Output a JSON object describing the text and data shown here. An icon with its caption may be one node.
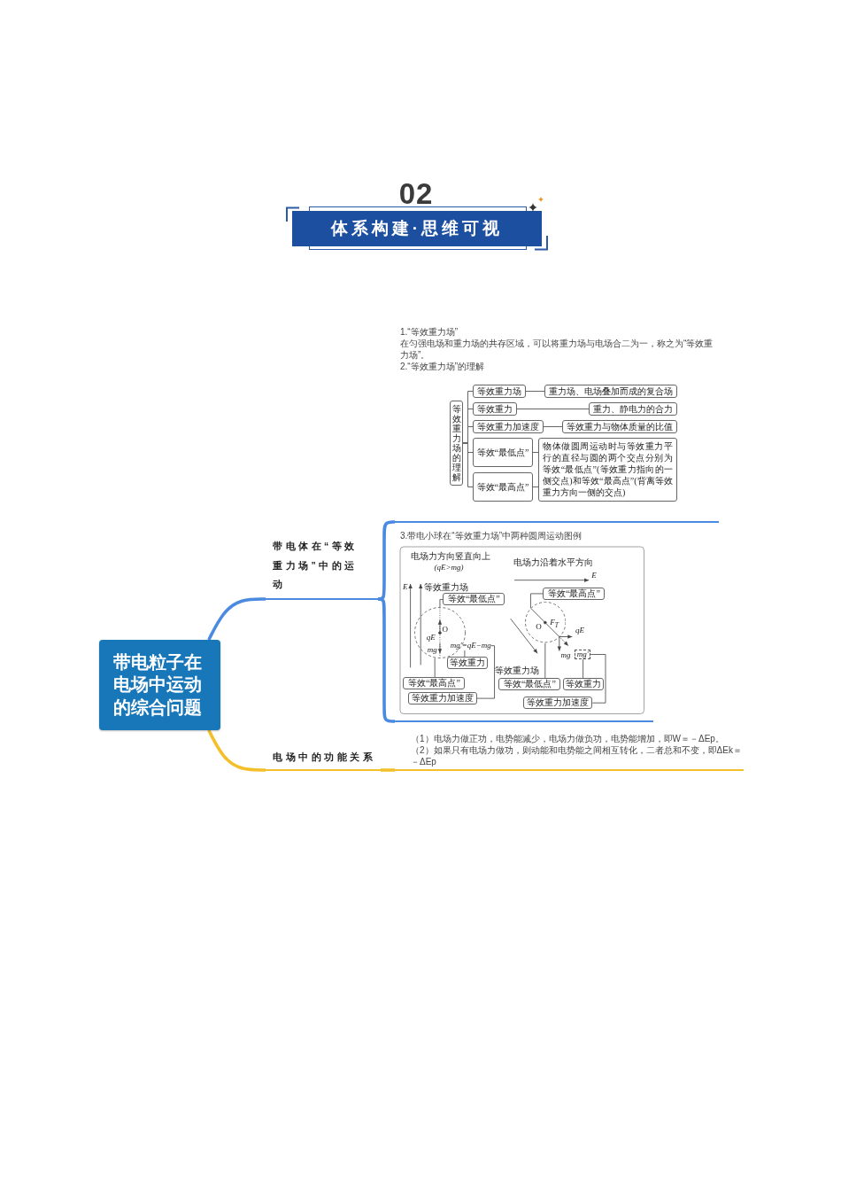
{
  "diagram": {
    "title": "体系构建·思维可视",
    "nodes": [
      {
        "text": [
          "带电粒子在电场中运动的综合问题"
        ]
      },
      {
        "text": [
          "带电体在“等效重力场”中的运动"
        ]
      },
      {
        "text": [
          "1.“等效重力场”",
          "在匀强电场和重力场的共存区域，可以将重力场与电场合二为一，称之为“等效重力场”。",
          "2.“等效重力场”的理解"
        ]
      },
      {
        "text": [
          "等效重力场的理解"
        ],
        "in": 2
      },
      {
        "text": [
          "等效重力场"
        ],
        "in": 2
      },
      {
        "text": [
          "重力场、电场叠加而成的复合场"
        ],
        "in": 2
      },
      {
        "text": [
          "等效重力"
        ],
        "in": 2
      },
      {
        "text": [
          "重力、静电力的合力"
        ],
        "in": 2
      },
      {
        "text": [
          "等效重力加速度"
        ],
        "in": 2
      },
      {
        "text": [
          "等效重力与物体质量的比值"
        ],
        "in": 2
      },
      {
        "text": [
          "等效“最低点”"
        ],
        "in": 2
      },
      {
        "text": [
          "等效“最高点”"
        ],
        "in": 2
      },
      {
        "text": [
          "物体做圆周运动时与等效重力平行的直径与圆的两个交点分别为等效“最低点”(等效重力指向的一侧交点)和等效“最高点”(背离等效重力方向一侧的交点)"
        ],
        "in": 2
      },
      {
        "text": [
          "3.带电小球在“等效重力场”中两种圆周运动图例"
        ]
      },
      {
        "text": [
          "等效“最低点”"
        ],
        "in": 13
      },
      {
        "text": [
          "等效重力"
        ],
        "in": 13
      },
      {
        "text": [
          "等效“最高点”"
        ],
        "in": 13
      },
      {
        "text": [
          "等效重力加速度"
        ],
        "in": 13
      },
      {
        "text": [
          "等效“最高点”"
        ],
        "in": 13
      },
      {
        "text": [
          "等效“最低点”"
        ],
        "in": 13
      },
      {
        "text": [
          "等效重力"
        ],
        "in": 13
      },
      {
        "text": [
          "等效重力加速度"
        ],
        "in": 13
      },
      {
        "text": [
          "mg′=qE−mg"
        ],
        "in": 13
      },
      {
        "text": [
          "mg′"
        ],
        "in": 13
      },
      {
        "text": [],
        "shape": "circle",
        "in": 13
      },
      {
        "text": [],
        "shape": "circle",
        "in": 13
      },
      {
        "text": [
          "电场中的功能关系"
        ]
      },
      {
        "text": [
          "（1）电场力做正功，电势能减少，电场力做负功，电势能增加，即W＝－ΔEp。",
          "（2）如果只有电场力做功，则动能和电势能之间相互转化，二者总和不变，即ΔEk＝－ΔEp"
        ]
      }
    ],
    "edges": [
      {
        "from": 0,
        "to": 1,
        "arrow": "none",
        "style": "thick",
        "color": "#4a8ae0"
      },
      {
        "from": 1,
        "to": 2,
        "arrow": "none",
        "style": "thick",
        "color": "#4a8ae0"
      },
      {
        "from": 1,
        "to": 13,
        "arrow": "none",
        "style": "thick",
        "color": "#4a8ae0"
      },
      {
        "from": 0,
        "to": 26,
        "arrow": "none",
        "style": "thick",
        "color": "#f3c02c"
      },
      {
        "from": 26,
        "to": 27,
        "arrow": "none",
        "style": "thick",
        "color": "#f3c02c"
      },
      {
        "from": 3,
        "to": 4,
        "arrow": "none"
      },
      {
        "from": 3,
        "to": 6,
        "arrow": "none"
      },
      {
        "from": 3,
        "to": 8,
        "arrow": "none"
      },
      {
        "from": 3,
        "to": 10,
        "arrow": "none"
      },
      {
        "from": 3,
        "to": 11,
        "arrow": "none"
      },
      {
        "from": 4,
        "to": 5,
        "arrow": "none"
      },
      {
        "from": 6,
        "to": 7,
        "arrow": "none"
      },
      {
        "from": 8,
        "to": 9,
        "arrow": "none"
      },
      {
        "from": 10,
        "to": 12,
        "arrow": "none"
      },
      {
        "from": 11,
        "to": 12,
        "arrow": "none"
      },
      {
        "from": 14,
        "to": 24,
        "arrow": "none"
      },
      {
        "from": 15,
        "to": 22,
        "arrow": "none"
      },
      {
        "from": 16,
        "to": 24,
        "arrow": "none"
      },
      {
        "from": 17,
        "to": 22,
        "arrow": "none"
      },
      {
        "from": 18,
        "to": 25,
        "arrow": "none"
      },
      {
        "from": 19,
        "to": 25,
        "arrow": "none"
      },
      {
        "from": 20,
        "to": 23,
        "arrow": "none"
      },
      {
        "from": 21,
        "to": 23,
        "arrow": "none"
      }
    ],
    "labels": [
      "02",
      "电场力方向竖直向上",
      "(qE>mg)",
      "电场力沿着水平方向",
      "E",
      "等效重力场",
      "E",
      "O",
      "qE",
      "mg",
      "O",
      "F$_{T}$",
      "qE",
      "mg",
      "等效重力场"
    ]
  }
}
